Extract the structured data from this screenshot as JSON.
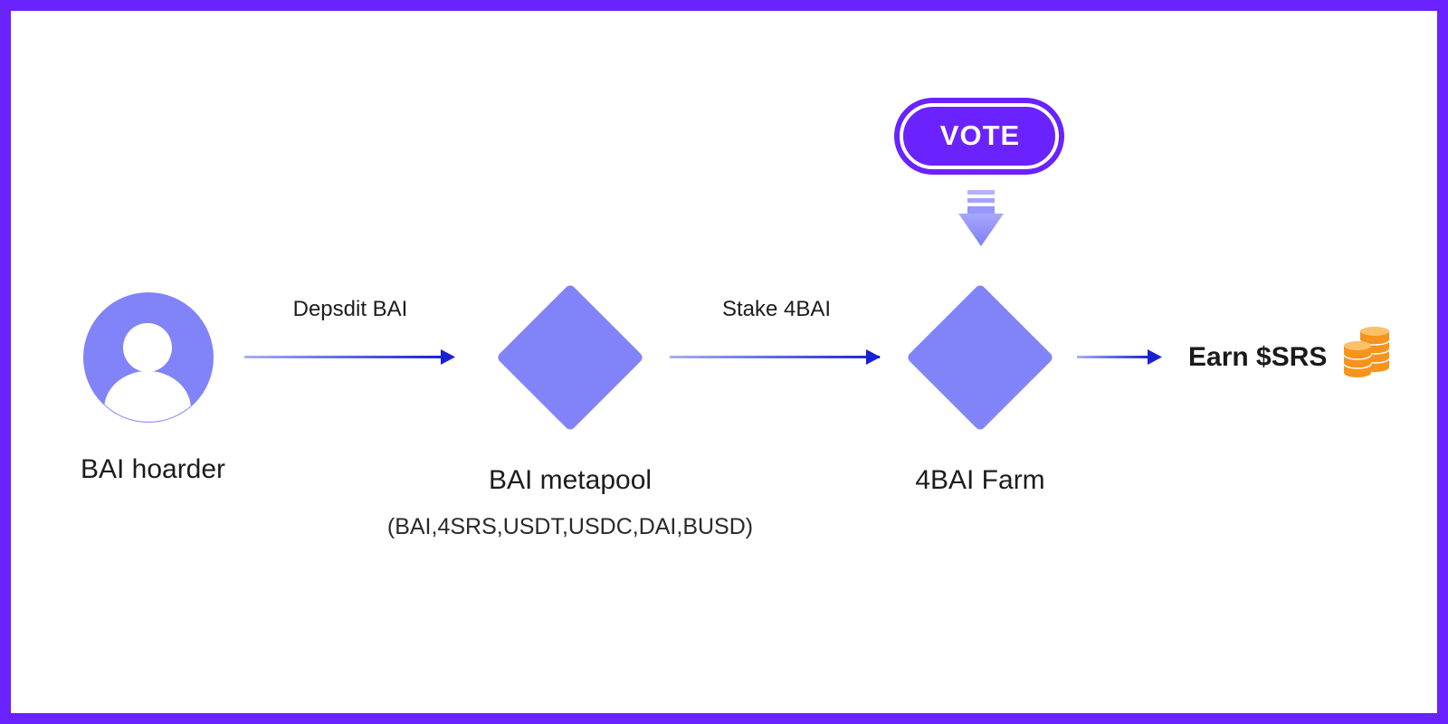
{
  "nodes": {
    "hoarder": {
      "label": "BAI hoarder"
    },
    "metapool": {
      "label": "BAI metapool",
      "sublabel": "(BAI,4SRS,USDT,USDC,DAI,BUSD)"
    },
    "farm": {
      "label": "4BAI Farm"
    }
  },
  "edges": {
    "deposit": {
      "label": "Depsdit BAI"
    },
    "stake": {
      "label": "Stake 4BAI"
    }
  },
  "vote": {
    "label": "VOTE"
  },
  "earn": {
    "label": "Earn $SRS"
  },
  "icons": {
    "user": "user-icon",
    "coins": "coins-icon",
    "down_arrow": "down-arrow-icon"
  },
  "colors": {
    "frame": "#6a22ff",
    "node_fill": "#8183f8",
    "arrow": "#1a20d6",
    "vote_fill": "#6a22ff",
    "coins": "#f7941d"
  }
}
